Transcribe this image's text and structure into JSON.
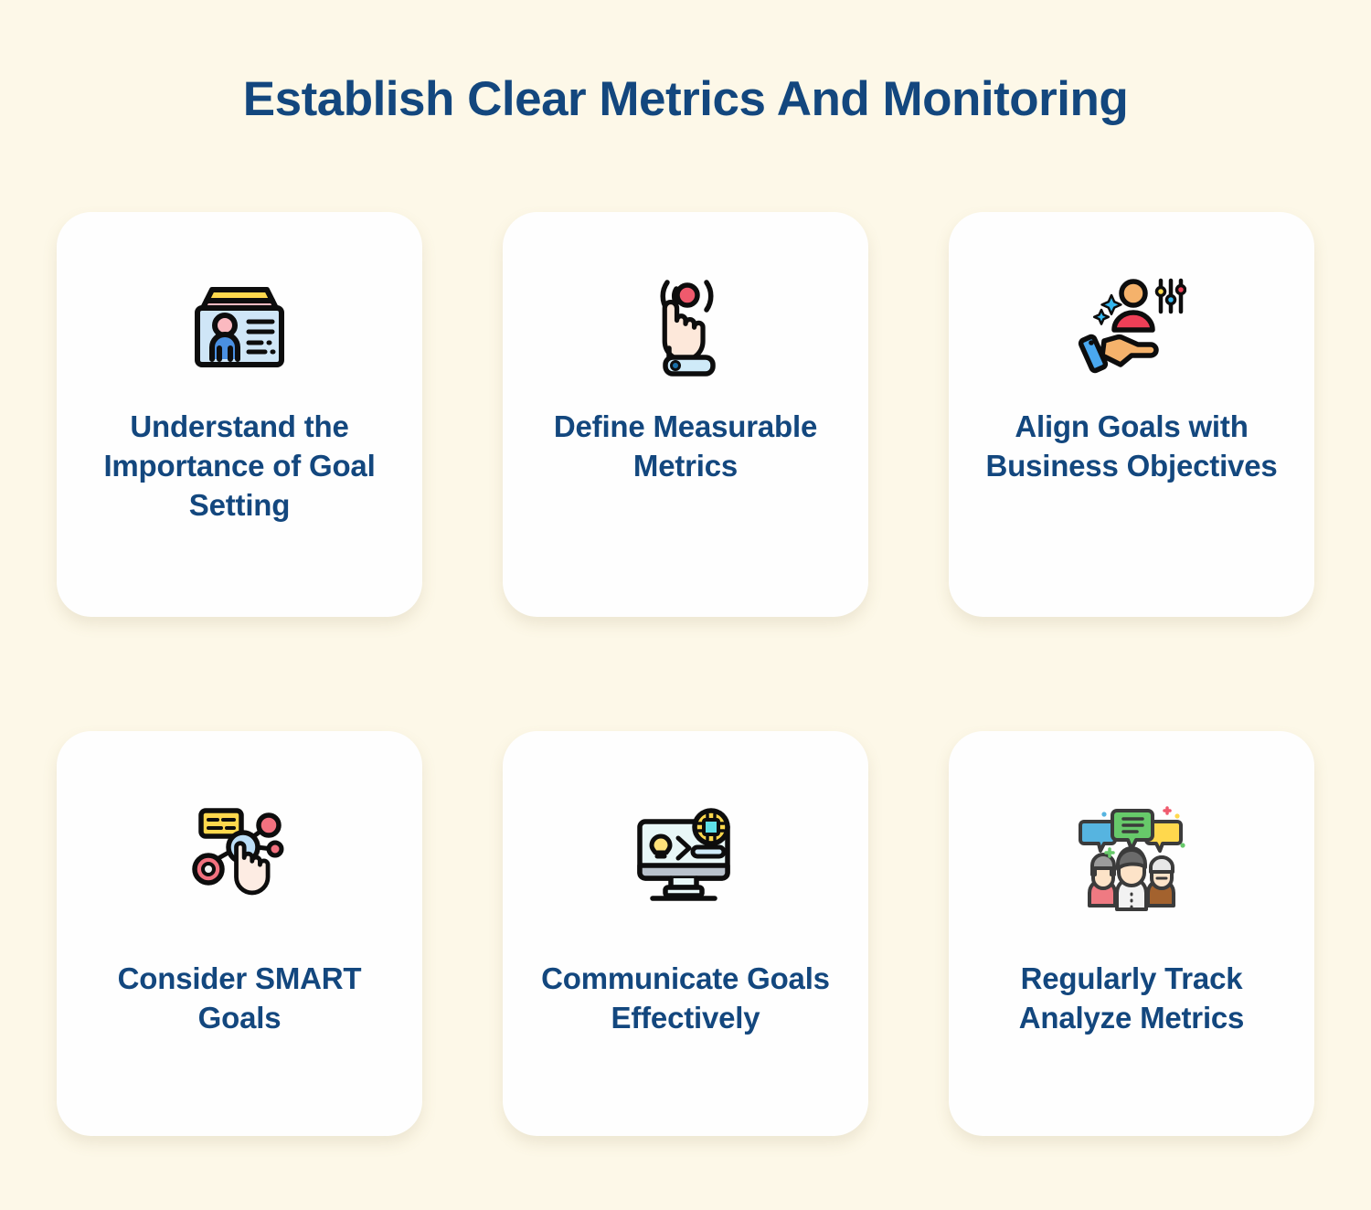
{
  "page": {
    "title": "Establish Clear Metrics And Monitoring",
    "background_color": "#fdf8e8",
    "card_color": "#fefefe",
    "text_color": "#13477e"
  },
  "cards": [
    {
      "label": "Understand the Importance of Goal Setting",
      "icon": "id-card-profile-icon"
    },
    {
      "label": "Define Measurable Metrics",
      "icon": "hand-tap-button-icon"
    },
    {
      "label": "Align Goals with Business Objectives",
      "icon": "hand-holding-user-settings-icon"
    },
    {
      "label": "Consider SMART Goals",
      "icon": "network-nodes-hand-icon"
    },
    {
      "label": "Communicate Goals Effectively",
      "icon": "monitor-code-chip-icon"
    },
    {
      "label": "Regularly Track Analyze Metrics",
      "icon": "people-speech-bubbles-icon"
    }
  ]
}
